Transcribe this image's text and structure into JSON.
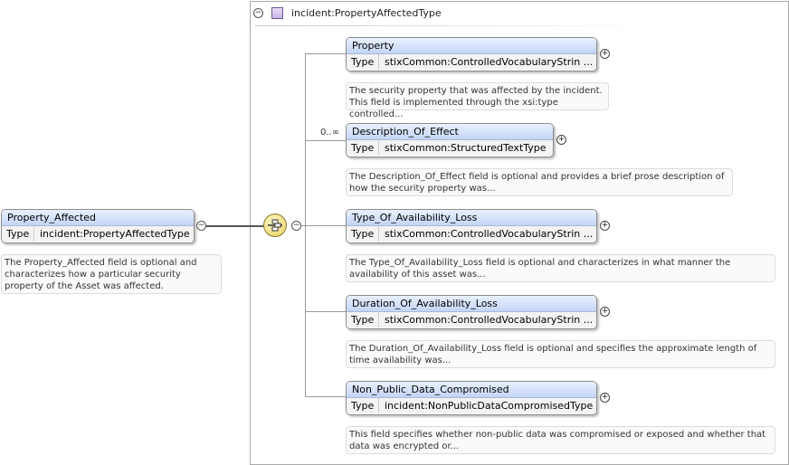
{
  "root": {
    "name": "Property_Affected",
    "type_label": "Type",
    "type_value": "incident:PropertyAffectedType",
    "doc": "The Property_Affected field is optional and characterizes how a particular security property of the Asset was affected."
  },
  "type_group": {
    "title": "incident:PropertyAffectedType"
  },
  "cardinality": "0..∞",
  "children": [
    {
      "name": "Property",
      "type_label": "Type",
      "type_value": "stixCommon:ControlledVocabularyStrin ...",
      "doc": "The security property that was affected by the incident. This field is implemented through the xsi:type controlled..."
    },
    {
      "name": "Description_Of_Effect",
      "type_label": "Type",
      "type_value": "stixCommon:StructuredTextType",
      "doc": "The Description_Of_Effect field is optional and provides a brief prose description of how the security property was..."
    },
    {
      "name": "Type_Of_Availability_Loss",
      "type_label": "Type",
      "type_value": "stixCommon:ControlledVocabularyStrin ...",
      "doc": "The Type_Of_Availability_Loss field is optional and characterizes in what manner the availability of this asset was..."
    },
    {
      "name": "Duration_Of_Availability_Loss",
      "type_label": "Type",
      "type_value": "stixCommon:ControlledVocabularyStrin ...",
      "doc": "The Duration_Of_Availability_Loss field is optional and specifies the approximate length of time availability was..."
    },
    {
      "name": "Non_Public_Data_Compromised",
      "type_label": "Type",
      "type_value": "incident:NonPublicDataCompromisedType",
      "doc": "This field specifies whether non-public data was compromised or exposed and whether that data was encrypted or..."
    }
  ]
}
